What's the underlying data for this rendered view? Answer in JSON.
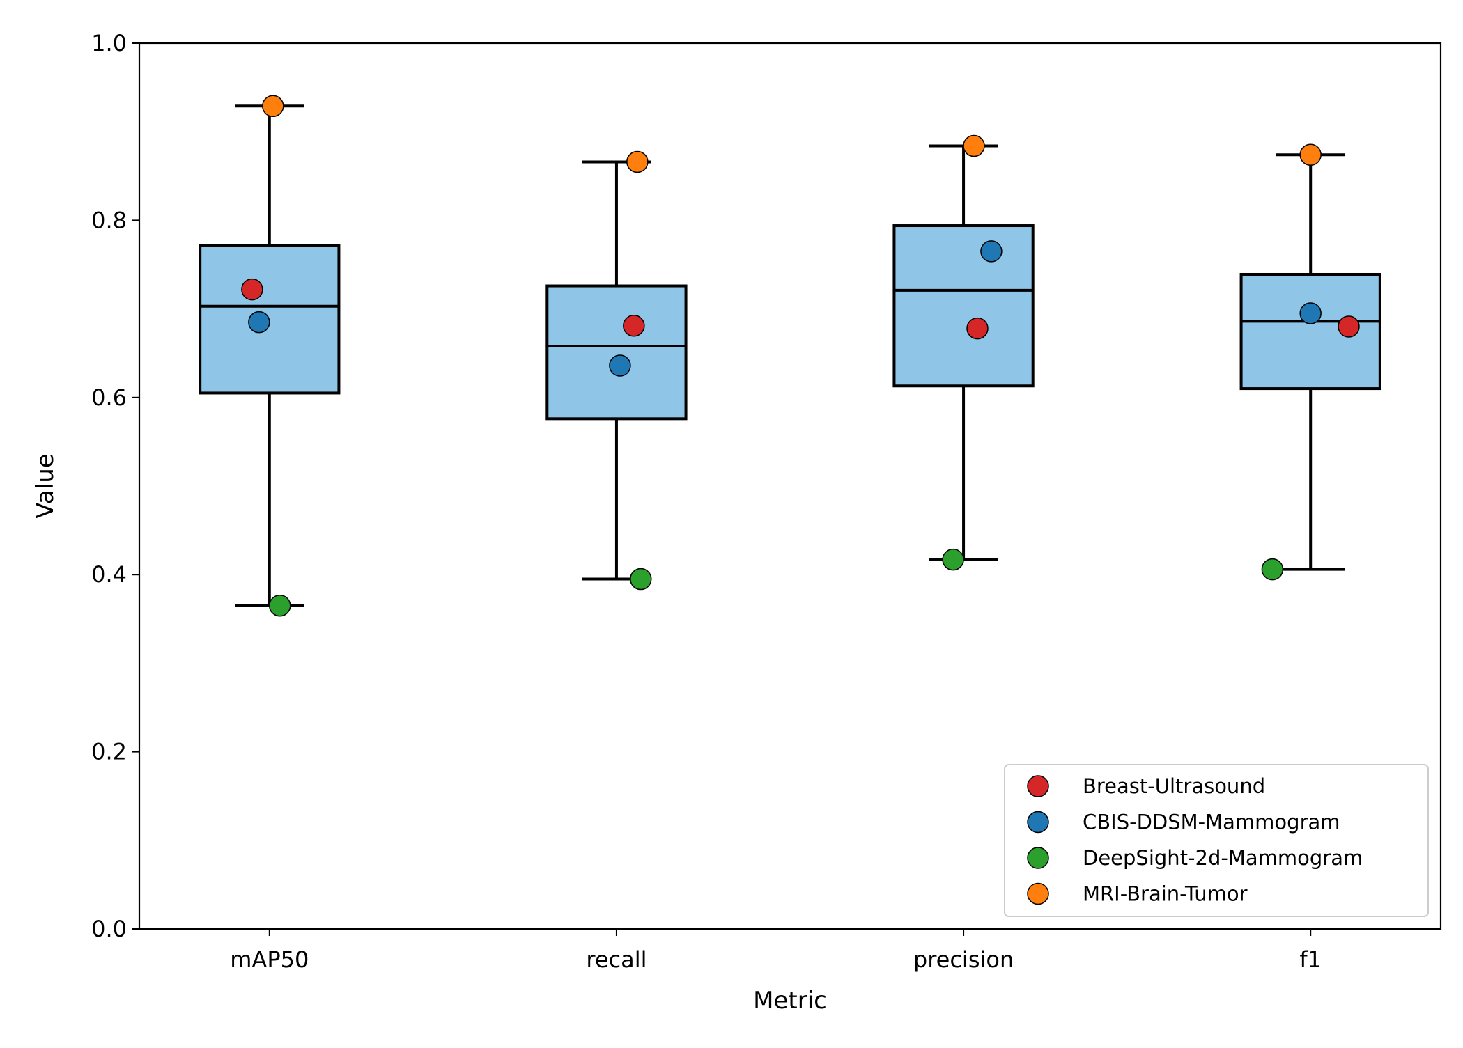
{
  "chart_data": {
    "type": "box",
    "categories": [
      "mAP50",
      "recall",
      "precision",
      "f1"
    ],
    "xlabel": "Metric",
    "ylabel": "Value",
    "ylim": [
      0.0,
      1.0
    ],
    "yticks": [
      0.0,
      0.2,
      0.4,
      0.6,
      0.8,
      1.0
    ],
    "ytick_labels": [
      "0.0",
      "0.2",
      "0.4",
      "0.6",
      "0.8",
      "1.0"
    ],
    "grid": false,
    "box_color": "#8fc6e7",
    "boxes": [
      {
        "category": "mAP50",
        "whisker_low": 0.365,
        "q1": 0.605,
        "median": 0.703,
        "q3": 0.772,
        "whisker_high": 0.929
      },
      {
        "category": "recall",
        "whisker_low": 0.395,
        "q1": 0.576,
        "median": 0.658,
        "q3": 0.726,
        "whisker_high": 0.866
      },
      {
        "category": "precision",
        "whisker_low": 0.417,
        "q1": 0.613,
        "median": 0.721,
        "q3": 0.794,
        "whisker_high": 0.884
      },
      {
        "category": "f1",
        "whisker_low": 0.406,
        "q1": 0.61,
        "median": 0.686,
        "q3": 0.739,
        "whisker_high": 0.874
      }
    ],
    "series": [
      {
        "name": "Breast-Ultrasound",
        "color": "#d62728",
        "values": [
          0.722,
          0.681,
          0.678,
          0.68
        ],
        "jitter": [
          -0.05,
          0.05,
          0.04,
          0.11
        ]
      },
      {
        "name": "CBIS-DDSM-Mammogram",
        "color": "#1f77b4",
        "values": [
          0.685,
          0.636,
          0.765,
          0.695
        ],
        "jitter": [
          -0.03,
          0.01,
          0.08,
          0.0
        ]
      },
      {
        "name": "DeepSight-2d-Mammogram",
        "color": "#2ca02c",
        "values": [
          0.365,
          0.395,
          0.417,
          0.406
        ],
        "jitter": [
          0.03,
          0.07,
          -0.03,
          -0.11
        ]
      },
      {
        "name": "MRI-Brain-Tumor",
        "color": "#ff7f0e",
        "values": [
          0.929,
          0.866,
          0.884,
          0.874
        ],
        "jitter": [
          0.01,
          0.06,
          0.03,
          0.0
        ]
      }
    ],
    "legend": {
      "position": "lower-right"
    }
  }
}
